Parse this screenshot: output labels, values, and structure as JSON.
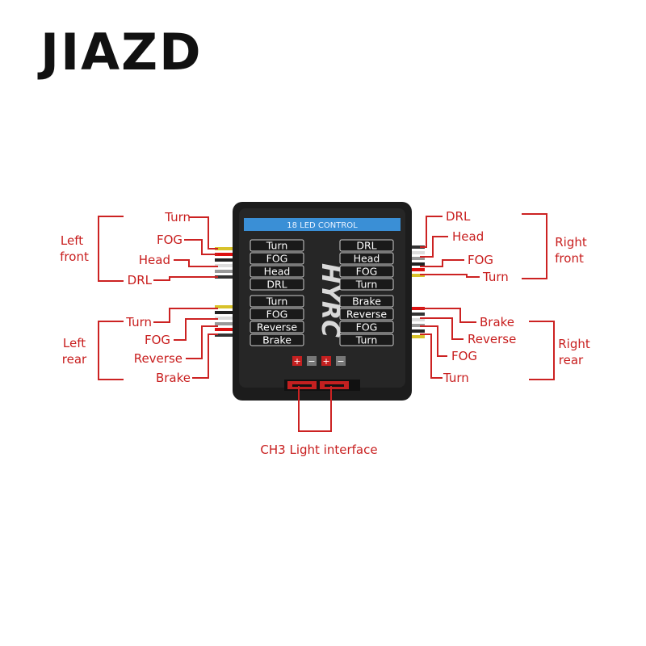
{
  "brand": "JIAZD",
  "module": {
    "title": "18 LED CONTROL",
    "logo_text": "HYRC",
    "left_labels": [
      "Turn",
      "FOG",
      "Head",
      "DRL",
      "Turn",
      "FOG",
      "Reverse",
      "Brake"
    ],
    "right_labels": [
      "DRL",
      "Head",
      "FOG",
      "Turn",
      "Brake",
      "Reverse",
      "FOG",
      "Turn"
    ],
    "pin_signs": [
      "+",
      "−",
      "+",
      "−"
    ]
  },
  "groups": {
    "left_front": {
      "line1": "Left",
      "line2": "front",
      "items": [
        "Turn",
        "FOG",
        "Head",
        "DRL"
      ]
    },
    "left_rear": {
      "line1": "Left",
      "line2": "rear",
      "items": [
        "Turn",
        "FOG",
        "Reverse",
        "Brake"
      ]
    },
    "right_front": {
      "line1": "Right",
      "line2": "front",
      "items": [
        "DRL",
        "Head",
        "FOG",
        "Turn"
      ]
    },
    "right_rear": {
      "line1": "Right",
      "line2": "rear",
      "items": [
        "Brake",
        "Reverse",
        "FOG",
        "Turn"
      ]
    }
  },
  "interface_label": "CH3 Light interface",
  "colors": {
    "accent": "#cc2222",
    "module_body": "#1c1c1c",
    "title_bar": "#3a8fd6"
  }
}
